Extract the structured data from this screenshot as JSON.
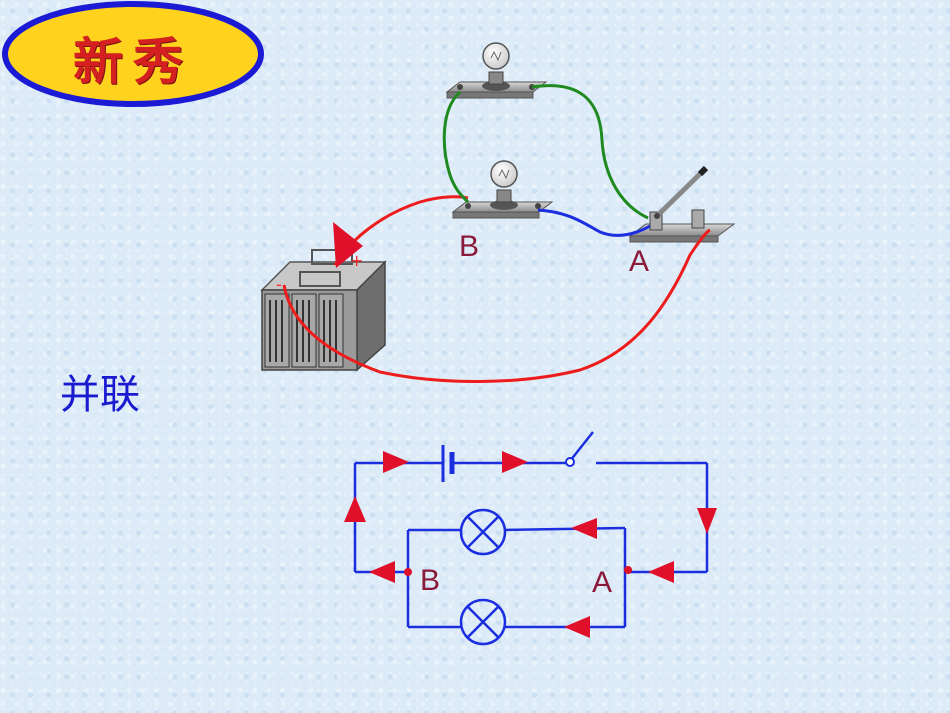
{
  "badge": {
    "text": "新秀"
  },
  "circuit_type": "并联",
  "labels": {
    "physical_a": "A",
    "physical_b": "B",
    "schematic_a": "A",
    "schematic_b": "B"
  },
  "battery_terminals": {
    "positive": "+",
    "negative": "-"
  },
  "colors": {
    "badge_fill": "#ffd21e",
    "badge_ring": "#1b1bd6",
    "badge_text": "#d42020",
    "wire_red": "#ee1c1c",
    "wire_green": "#1f8a1f",
    "wire_blue": "#1b2ee0",
    "schematic_line": "#1b2ee0",
    "arrow": "#e0102a",
    "label": "#8b1a3a"
  }
}
